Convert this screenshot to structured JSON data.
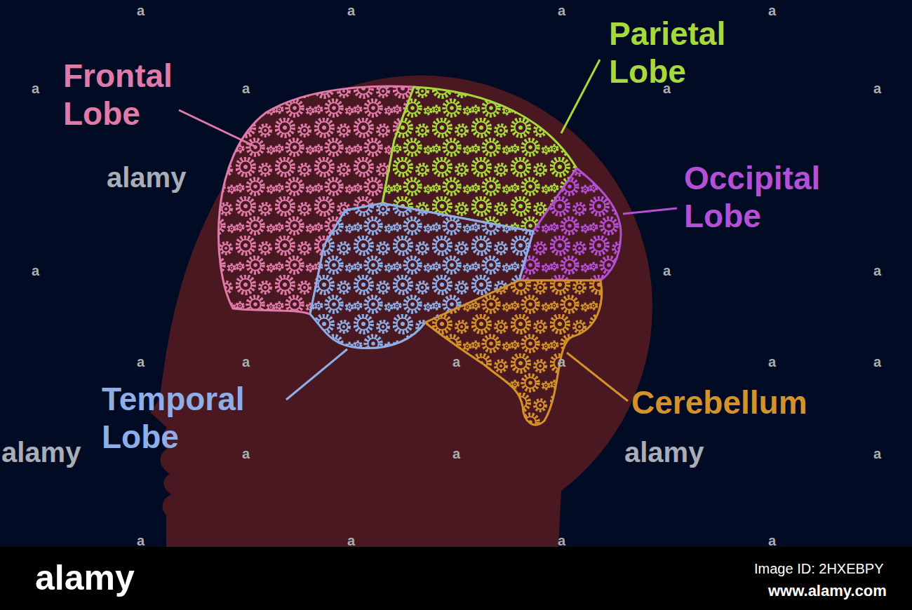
{
  "diagram": {
    "labels": [
      "Frontal Lobe",
      "Parietal Lobe",
      "Occipital Lobe",
      "Temporal Lobe",
      "Cerebellum",
      "alamy",
      "alamy",
      "alamy",
      "alamy",
      "Image ID: 2HXEBPY",
      "www.alamy.com",
      "a",
      "a",
      "a",
      "a",
      "a",
      "a",
      "a",
      "a",
      "a",
      "a",
      "a",
      "a",
      "a",
      "a",
      "a",
      "a",
      "a",
      "a",
      "a",
      "a",
      "a",
      "a",
      "a",
      "a"
    ]
  }
}
